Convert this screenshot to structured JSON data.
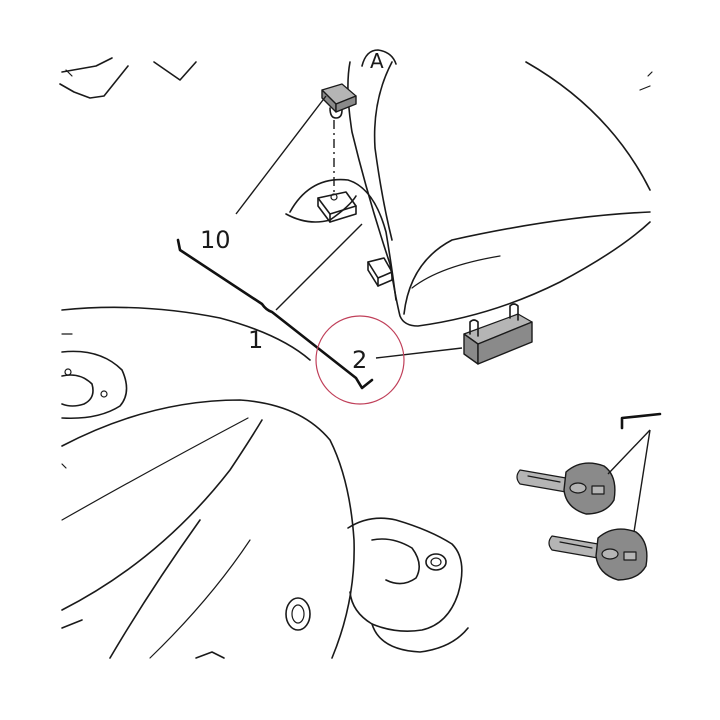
{
  "diagram": {
    "callouts": {
      "part_10": "10",
      "part_1": "1",
      "part_2": "2",
      "view_marker": "A"
    },
    "highlight_color": "#c0405a"
  }
}
